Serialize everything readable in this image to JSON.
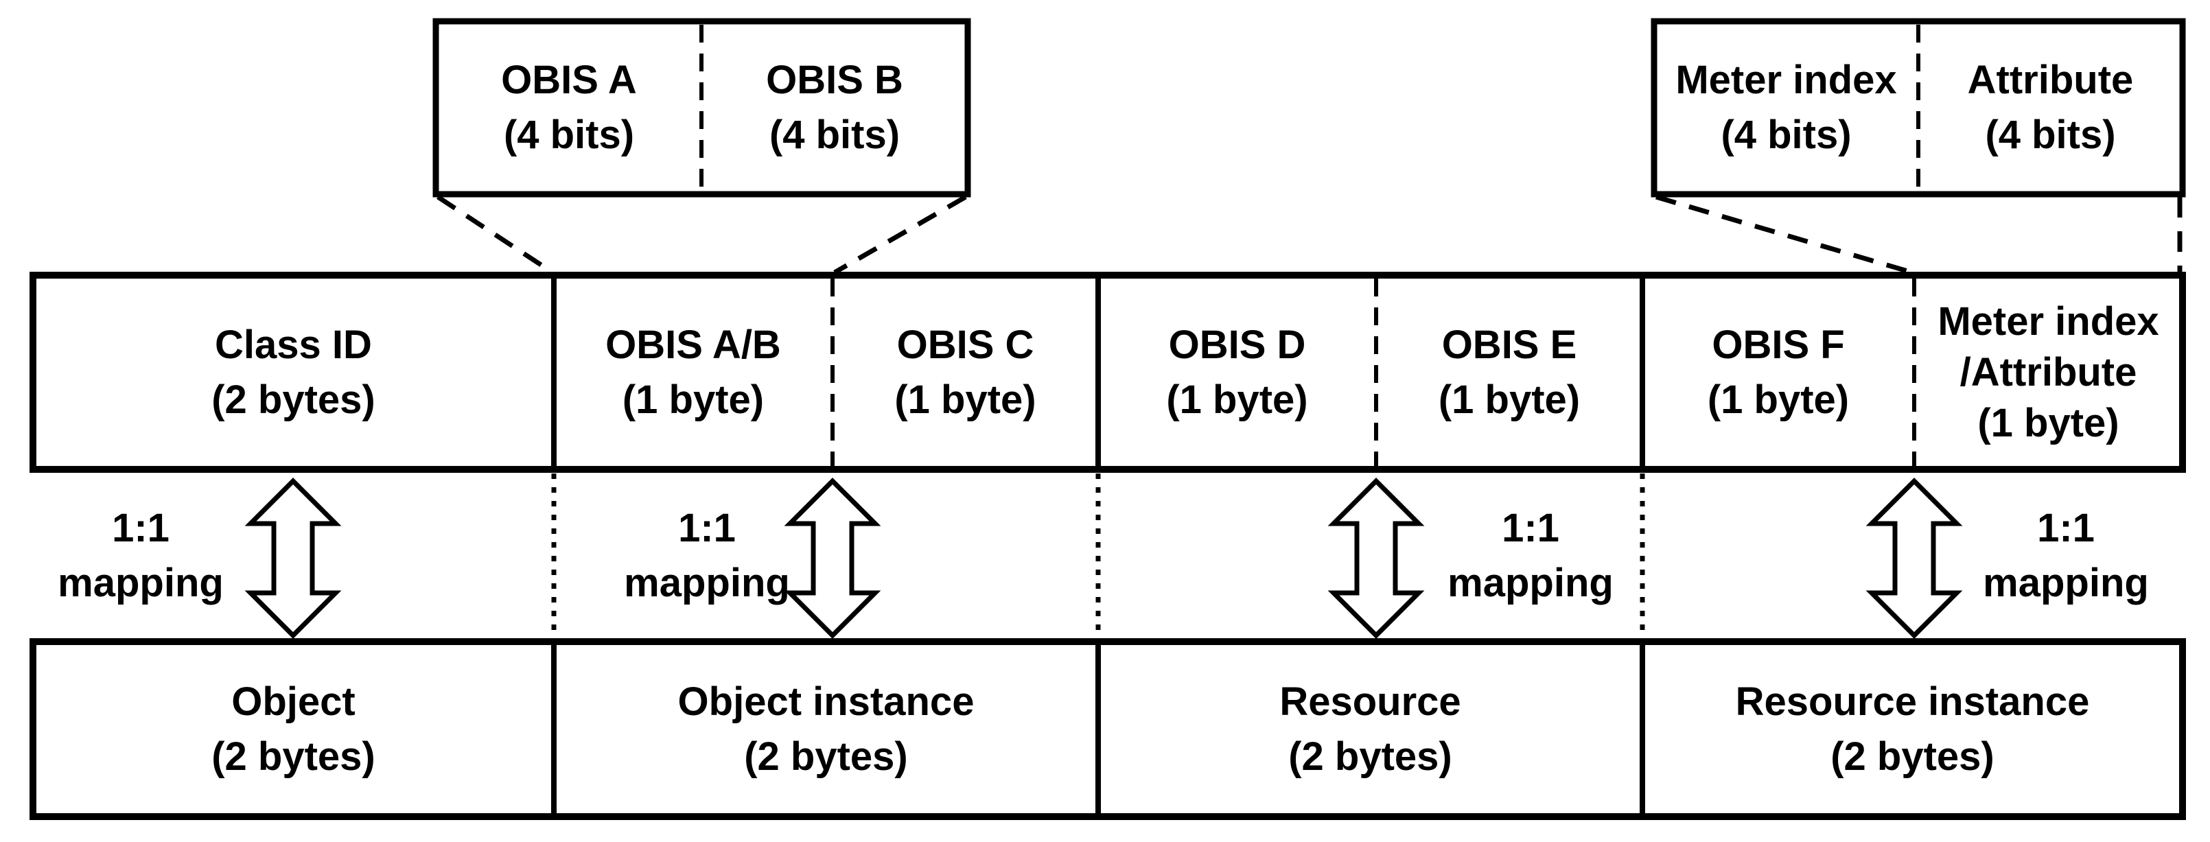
{
  "diagram": {
    "colors": {
      "line": "#000000",
      "background": "#ffffff",
      "text": "#000000"
    },
    "callout_obis_ab": {
      "cells": [
        {
          "name": "OBIS A",
          "size": "(4 bits)"
        },
        {
          "name": "OBIS B",
          "size": "(4 bits)"
        }
      ]
    },
    "callout_meter_attr": {
      "cells": [
        {
          "name": "Meter index",
          "size": "(4 bits)"
        },
        {
          "name": "Attribute",
          "size": "(4 bits)"
        }
      ]
    },
    "dlms_row": {
      "cells": [
        {
          "name": "Class ID",
          "size": "(2 bytes)"
        },
        {
          "name": "OBIS A/B",
          "size": "(1 byte)"
        },
        {
          "name": "OBIS C",
          "size": "(1 byte)"
        },
        {
          "name": "OBIS D",
          "size": "(1 byte)"
        },
        {
          "name": "OBIS E",
          "size": "(1 byte)"
        },
        {
          "name": "OBIS F",
          "size": "(1 byte)"
        },
        {
          "name": "Meter index",
          "name2": "/Attribute",
          "size": "(1 byte)"
        }
      ]
    },
    "lwm2m_row": {
      "cells": [
        {
          "name": "Object",
          "size": "(2 bytes)"
        },
        {
          "name": "Object instance",
          "size": "(2 bytes)"
        },
        {
          "name": "Resource",
          "size": "(2 bytes)"
        },
        {
          "name": "Resource instance",
          "size": "(2 bytes)"
        }
      ]
    },
    "mappings": [
      {
        "line1": "1:1",
        "line2": "mapping"
      },
      {
        "line1": "1:1",
        "line2": "mapping"
      },
      {
        "line1": "1:1",
        "line2": "mapping"
      },
      {
        "line1": "1:1",
        "line2": "mapping"
      }
    ]
  }
}
